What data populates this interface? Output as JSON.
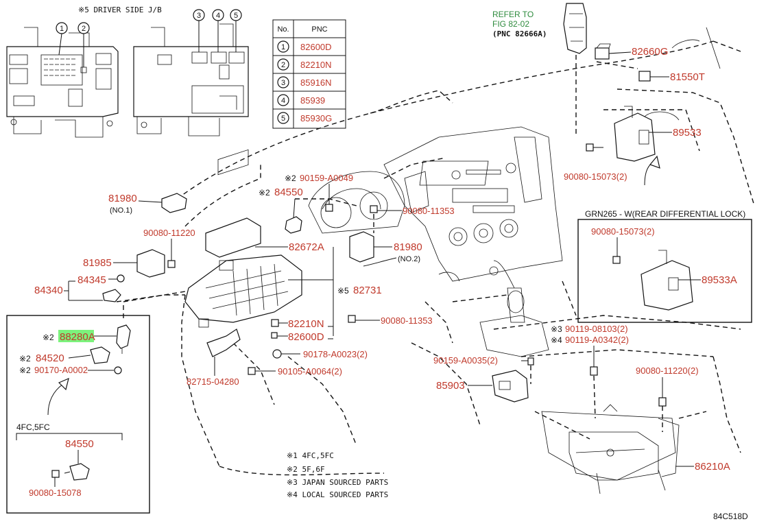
{
  "diagram_code": "84C518D",
  "jb_title": "※5 DRIVER SIDE J/B",
  "jb_markers": [
    "1",
    "2",
    "3",
    "4",
    "5"
  ],
  "pnc_table": {
    "headers": [
      "No.",
      "PNC"
    ],
    "rows": [
      {
        "no": "1",
        "pnc": "82600D"
      },
      {
        "no": "2",
        "pnc": "82210N"
      },
      {
        "no": "3",
        "pnc": "85916N"
      },
      {
        "no": "4",
        "pnc": "85939"
      },
      {
        "no": "5",
        "pnc": "85930G"
      }
    ]
  },
  "refer": {
    "line1": "REFER TO",
    "line2": "FIG 82-02",
    "line3": "(PNC 82666A)"
  },
  "labels": {
    "p82660G": "82660G",
    "p81550T": "81550T",
    "p89533": "89533",
    "p90080_15073": "90080-15073(2)",
    "p81980_no1": "81980",
    "no1": "(NO.1)",
    "p90080_11220": "90080-11220",
    "p81985": "81985",
    "p84345": "84345",
    "p84340": "84340",
    "p84550_mark": "※2",
    "p84550": "84550",
    "p90159_a0049_mark": "※2",
    "p90159_a0049": "90159-A0049",
    "p90080_11353_top": "90080-11353",
    "p82672A": "82672A",
    "p81980_no2": "81980",
    "no2": "(NO.2)",
    "p82731_mark": "※5",
    "p82731": "82731",
    "p90080_11353_mid": "90080-11353",
    "p82210N": "82210N",
    "p82600D": "82600D",
    "p90178": "90178-A0023(2)",
    "p90105": "90105-A0064(2)",
    "p82715": "82715-04280",
    "p90119_08103_mark": "※3",
    "p90119_08103": "90119-08103(2)",
    "p90119_a0342_mark": "※4",
    "p90119_a0342": "90119-A0342(2)",
    "p90159_a0035": "90159-A0035(2)",
    "p85903": "85903",
    "p90080_11220_2": "90080-11220(2)",
    "p86210A": "86210A"
  },
  "grn_box": {
    "title": "GRN265 - W(REAR DIFFERENTIAL LOCK)",
    "bolt": "90080-15073(2)",
    "part": "89533A"
  },
  "left_box": {
    "p88280A_mark": "※2",
    "p88280A": "88280A",
    "p84520_mark": "※2",
    "p84520": "84520",
    "p90170_mark": "※2",
    "p90170": "90170-A0002",
    "sub_title": "4FC,5FC",
    "p84550": "84550",
    "p90080_15078": "90080-15078"
  },
  "notes": [
    "※1 4FC,5FC",
    "※2 5F,6F",
    "※3 JAPAN SOURCED PARTS",
    "※4 LOCAL SOURCED PARTS"
  ],
  "colors": {
    "part_number": "#c0392b",
    "refer_text": "#2e8b3d",
    "highlight": "#7cf27c"
  }
}
